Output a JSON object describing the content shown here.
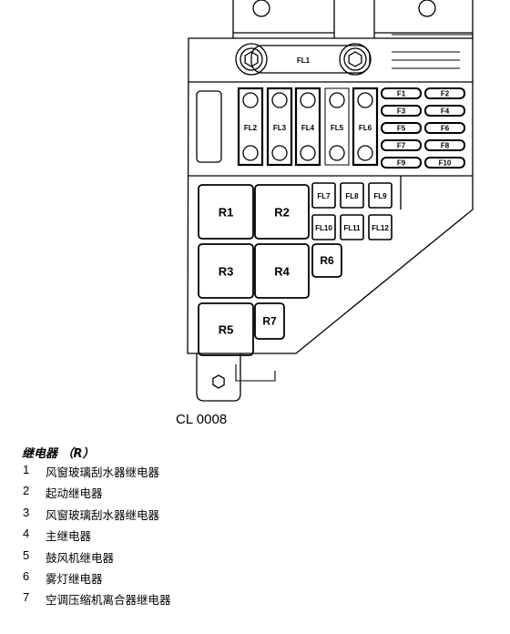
{
  "diagram": {
    "top_fuse": "FL1",
    "fuse_links": [
      "FL2",
      "FL3",
      "FL4",
      "FL5",
      "FL6"
    ],
    "mini_fuses": [
      "F1",
      "F2",
      "F3",
      "F4",
      "F5",
      "F6",
      "F7",
      "F8",
      "F9",
      "F10"
    ],
    "small_fuses": [
      "FL7",
      "FL8",
      "FL9",
      "FL10",
      "FL11",
      "FL12"
    ],
    "relays": [
      "R1",
      "R2",
      "R3",
      "R4",
      "R5",
      "R6",
      "R7"
    ]
  },
  "caption": "CL 0008",
  "legend": {
    "title": "继电器 （R）",
    "items": [
      {
        "num": "1",
        "text": "风窗玻璃刮水器继电器"
      },
      {
        "num": "2",
        "text": "起动继电器"
      },
      {
        "num": "3",
        "text": "风窗玻璃刮水器继电器"
      },
      {
        "num": "4",
        "text": "主继电器"
      },
      {
        "num": "5",
        "text": "鼓风机继电器"
      },
      {
        "num": "6",
        "text": "雾灯继电器"
      },
      {
        "num": "7",
        "text": "空调压缩机离合器继电器"
      }
    ]
  }
}
